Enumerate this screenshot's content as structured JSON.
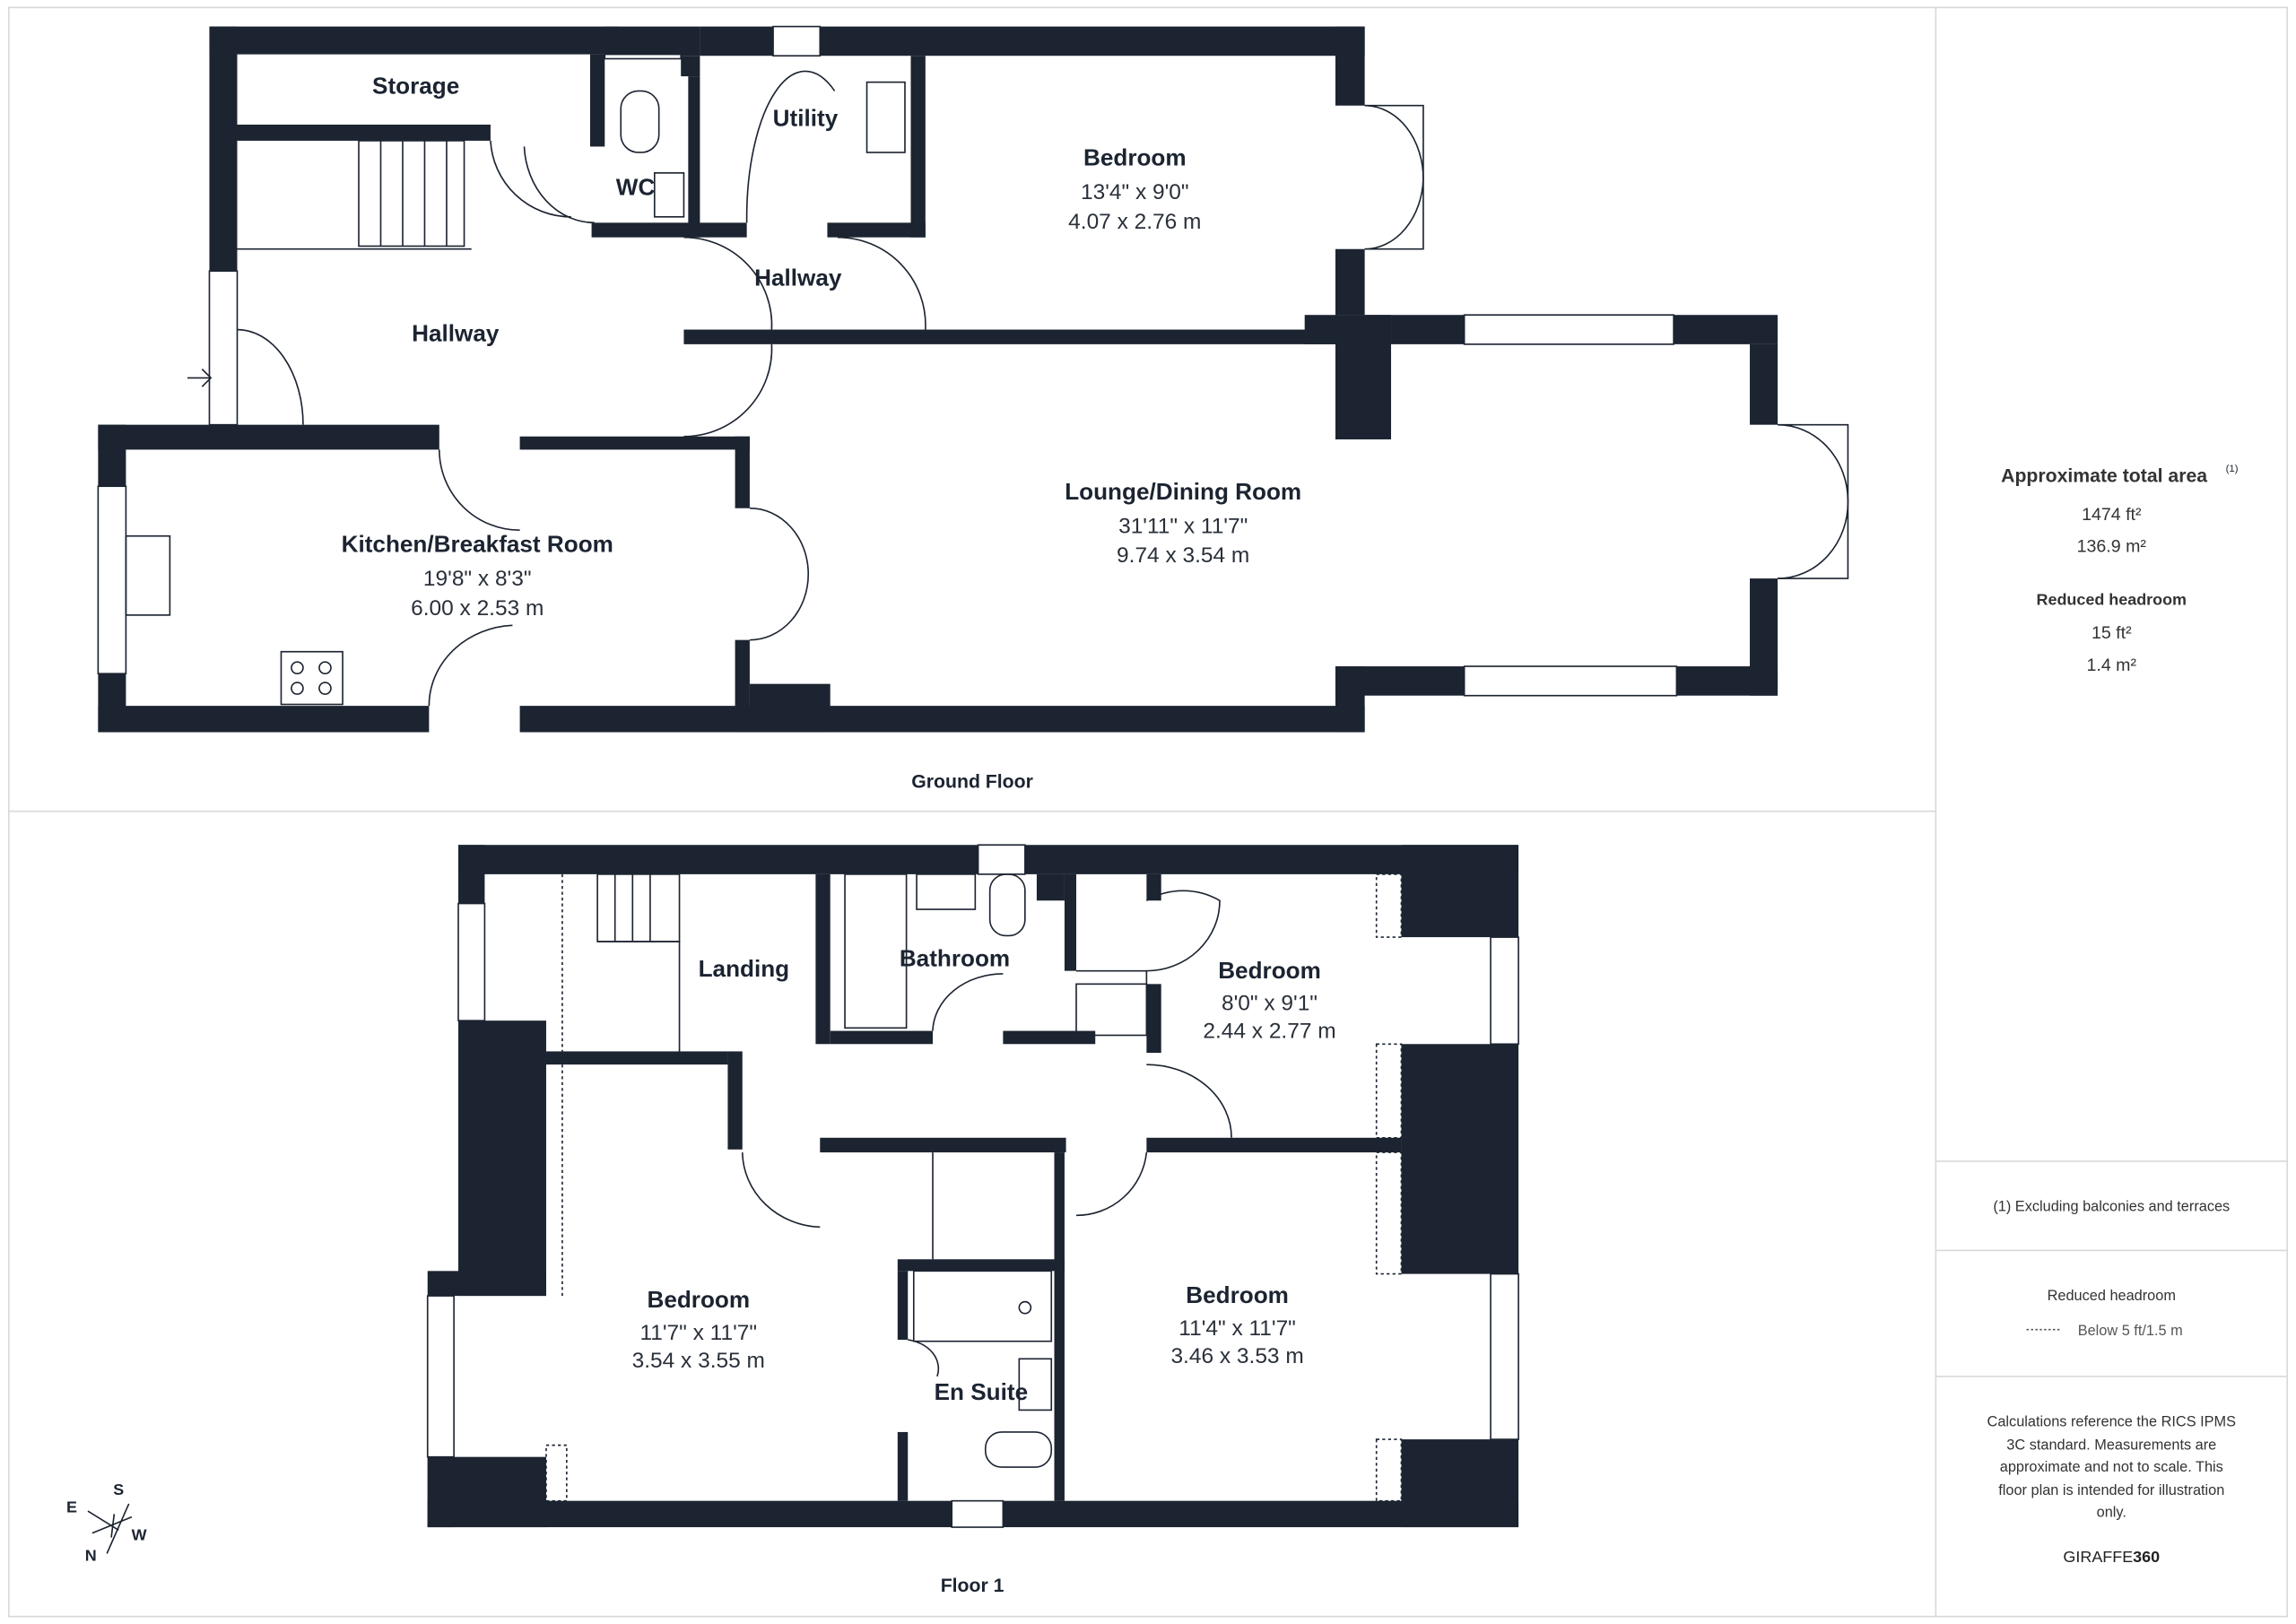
{
  "colors": {
    "wall": "#1c2431",
    "border": "#d9d9d9",
    "text": "#1c2431"
  },
  "ground_floor": {
    "label": "Ground Floor",
    "rooms": [
      {
        "name": "Storage"
      },
      {
        "name": "Utility"
      },
      {
        "name": "WC"
      },
      {
        "name": "Hallway"
      },
      {
        "name": "Hallway"
      },
      {
        "name": "Bedroom",
        "imperial": "13'4\" x 9'0\"",
        "metric": "4.07 x 2.76 m"
      },
      {
        "name": "Lounge/Dining Room",
        "imperial": "31'11\" x 11'7\"",
        "metric": "9.74 x 3.54 m"
      },
      {
        "name": "Kitchen/Breakfast Room",
        "imperial": "19'8\" x 8'3\"",
        "metric": "6.00 x 2.53 m"
      }
    ]
  },
  "floor_1": {
    "label": "Floor 1",
    "rooms": [
      {
        "name": "Landing"
      },
      {
        "name": "Bathroom"
      },
      {
        "name": "Bedroom",
        "imperial": "8'0\" x 9'1\"",
        "metric": "2.44 x 2.77 m"
      },
      {
        "name": "Bedroom",
        "imperial": "11'7\" x 11'7\"",
        "metric": "3.54 x 3.55 m"
      },
      {
        "name": "En Suite"
      },
      {
        "name": "Bedroom",
        "imperial": "11'4\" x 11'7\"",
        "metric": "3.46 x 3.53 m"
      }
    ]
  },
  "compass": {
    "n": "N",
    "s": "S",
    "e": "E",
    "w": "W"
  },
  "sidebar": {
    "total_area_title": "Approximate total area",
    "total_area_note_mark": "(1)",
    "total_ft": "1474 ft²",
    "total_m": "136.9 m²",
    "reduced_title": "Reduced headroom",
    "reduced_ft": "15 ft²",
    "reduced_m": "1.4 m²",
    "footnote": "(1) Excluding balconies and terraces",
    "legend_title": "Reduced headroom",
    "legend_item": "Below 5 ft/1.5 m",
    "disclaimer_lines": [
      "Calculations reference the RICS IPMS",
      "3C standard. Measurements are",
      "approximate and not to scale. This",
      "floor plan is intended for illustration",
      "only."
    ],
    "brand_a": "GIRAFFE",
    "brand_b": "360"
  }
}
